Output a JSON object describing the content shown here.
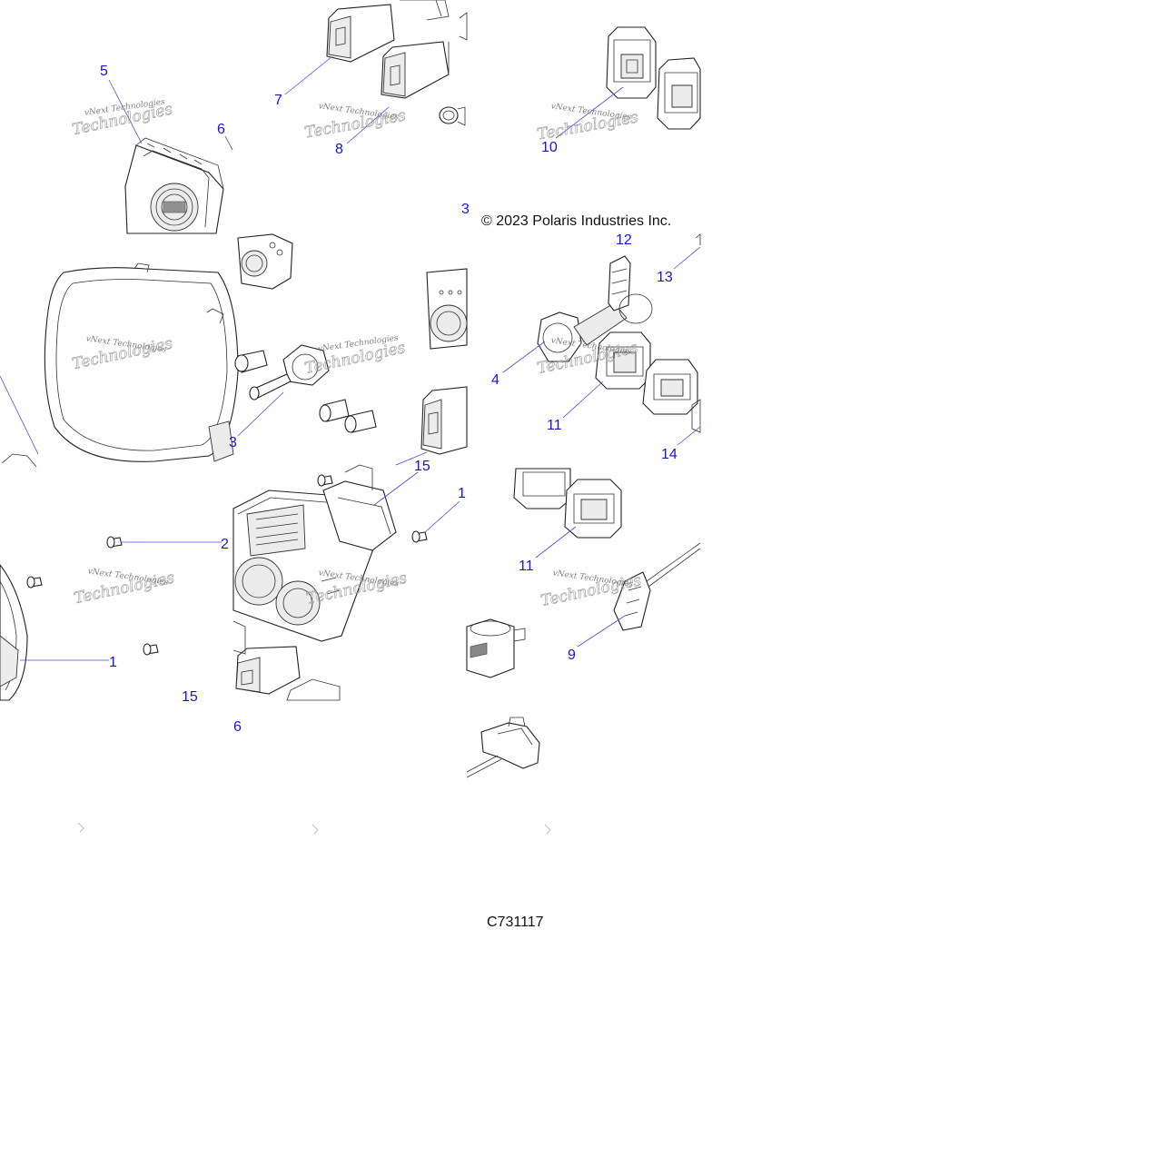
{
  "copyright": "© 2023 Polaris Industries Inc.",
  "illustration_code": "C731117",
  "watermark": {
    "line1": "vNext Technologies",
    "line2": "Technologies"
  },
  "callouts": {
    "c1": "1",
    "c2": "2",
    "c3": "3",
    "c3b": "3",
    "c4": "4",
    "c5": "5",
    "c6a": "6",
    "c6b": "6",
    "c7": "7",
    "c8": "8",
    "c9": "9",
    "c10": "10",
    "c11a": "11",
    "c11b": "11",
    "c12": "12",
    "c13": "13",
    "c14": "14",
    "c15": "15",
    "c15b": "15",
    "c1b": "1"
  }
}
